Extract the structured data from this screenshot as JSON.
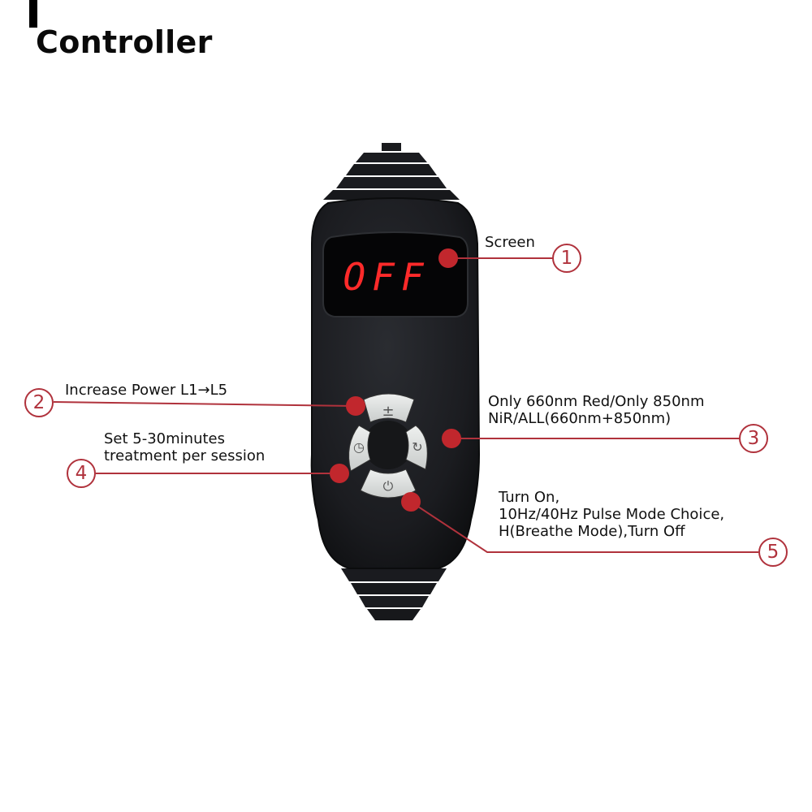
{
  "title": "Controller",
  "colors": {
    "accent_red": "#c1272d",
    "line_red": "#b0323c",
    "device_body": "#1c1d21",
    "led_red": "#ff2a2a",
    "button_face": "#d9dcdb"
  },
  "device": {
    "screen_text": "OFF",
    "buttons": [
      {
        "id": "up",
        "icon": "plus-minus-icon",
        "glyph": "±"
      },
      {
        "id": "right",
        "icon": "cycle-icon",
        "glyph": "↻"
      },
      {
        "id": "down",
        "icon": "power-icon",
        "glyph": "⏻"
      },
      {
        "id": "left",
        "icon": "clock-icon",
        "glyph": "◷"
      }
    ]
  },
  "callouts": [
    {
      "number": "1",
      "lines": [
        "Screen"
      ]
    },
    {
      "number": "2",
      "lines": [
        "Increase Power L1→L5"
      ]
    },
    {
      "number": "3",
      "lines": [
        "Only 660nm Red/Only 850nm",
        "NiR/ALL(660nm+850nm)"
      ]
    },
    {
      "number": "4",
      "lines": [
        "Set 5-30minutes",
        "treatment per session"
      ]
    },
    {
      "number": "5",
      "lines": [
        "Turn On,",
        "10Hz/40Hz Pulse Mode Choice,",
        "H(Breathe Mode),Turn Off"
      ]
    }
  ]
}
